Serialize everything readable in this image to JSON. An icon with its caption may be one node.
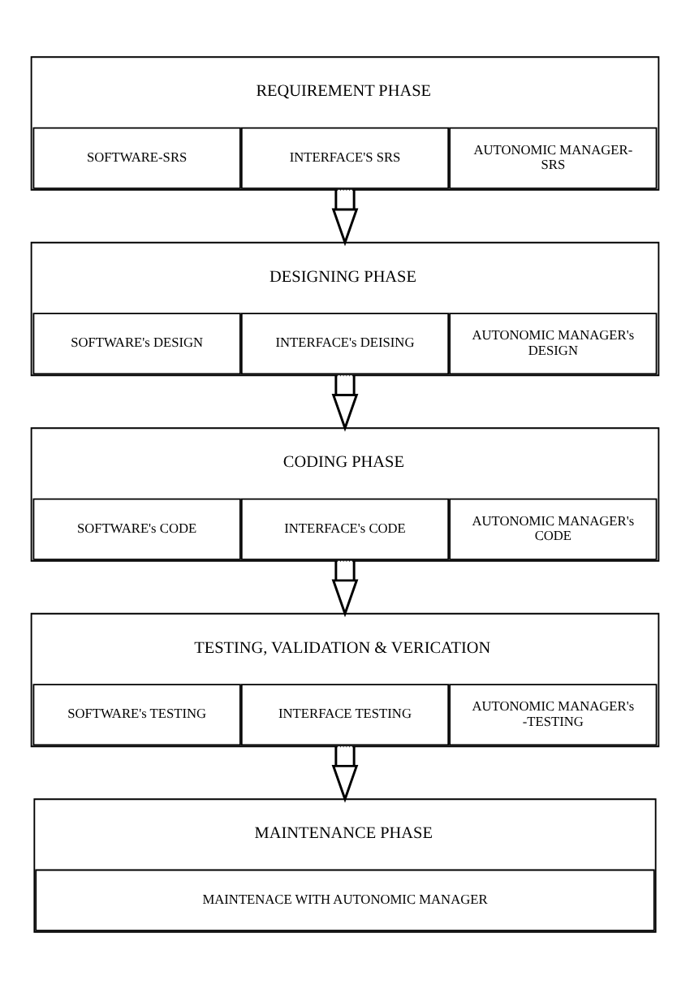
{
  "diagram": {
    "nodes": [
      {
        "text": [
          "REQUIREMENT PHASE"
        ]
      },
      {
        "text": [
          "SOFTWARE-SRS"
        ],
        "in": 0
      },
      {
        "text": [
          "INTERFACE'S SRS"
        ],
        "in": 0
      },
      {
        "text": [
          "AUTONOMIC MANAGER- SRS"
        ],
        "in": 0
      },
      {
        "text": [
          "DESIGNING PHASE"
        ]
      },
      {
        "text": [
          "SOFTWARE's DESIGN"
        ],
        "in": 4
      },
      {
        "text": [
          "INTERFACE's DEISING"
        ],
        "in": 4
      },
      {
        "text": [
          "AUTONOMIC MANAGER's DESIGN"
        ],
        "in": 4
      },
      {
        "text": [
          "CODING PHASE"
        ]
      },
      {
        "text": [
          "SOFTWARE's CODE"
        ],
        "in": 8
      },
      {
        "text": [
          "INTERFACE's CODE"
        ],
        "in": 8
      },
      {
        "text": [
          "AUTONOMIC MANAGER's CODE"
        ],
        "in": 8
      },
      {
        "text": [
          "TESTING, VALIDATION & VERICATION"
        ]
      },
      {
        "text": [
          "SOFTWARE's TESTING"
        ],
        "in": 12
      },
      {
        "text": [
          "INTERFACE TESTING"
        ],
        "in": 12
      },
      {
        "text": [
          "AUTONOMIC MANAGER's -TESTING"
        ],
        "in": 12
      },
      {
        "text": [
          "MAINTENANCE PHASE"
        ]
      },
      {
        "text": [
          "MAINTENACE WITH AUTONOMIC MANAGER"
        ],
        "in": 16
      }
    ],
    "edges": [
      {
        "from": 0,
        "to": 4,
        "arrow": "to"
      },
      {
        "from": 4,
        "to": 8,
        "arrow": "to"
      },
      {
        "from": 8,
        "to": 12,
        "arrow": "to"
      },
      {
        "from": 12,
        "to": 16,
        "arrow": "to"
      }
    ]
  }
}
